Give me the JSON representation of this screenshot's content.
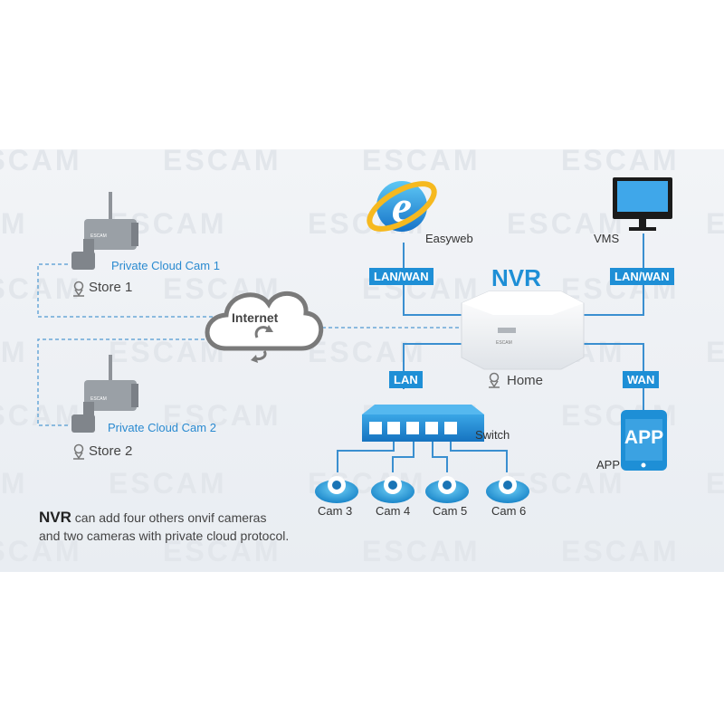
{
  "watermark": "ESCAM",
  "colors": {
    "accent": "#1e8fd6",
    "line": "#3a8fd0",
    "dashed": "#6aa8d8"
  },
  "nvr": {
    "title": "NVR",
    "location": "Home",
    "brand": "ESCAM"
  },
  "links": {
    "easyweb": "LAN/WAN",
    "vms": "LAN/WAN",
    "lan": "LAN",
    "wan": "WAN"
  },
  "devices": {
    "easyweb": {
      "label": "Easyweb",
      "icon": "ie-browser-icon"
    },
    "vms": {
      "label": "VMS",
      "icon": "monitor-icon"
    },
    "app": {
      "label": "APP",
      "badge": "APP",
      "icon": "tablet-icon"
    },
    "switch": {
      "label": "Switch",
      "icon": "network-switch-icon"
    }
  },
  "internet": {
    "label": "Internet",
    "icon": "cloud-icon"
  },
  "cloud_cams": [
    {
      "label": "Private Cloud Cam 1",
      "store": "Store 1",
      "brand": "ESCAM"
    },
    {
      "label": "Private Cloud Cam 2",
      "store": "Store 2",
      "brand": "ESCAM"
    }
  ],
  "dome_cams": [
    "Cam 3",
    "Cam 4",
    "Cam 5",
    "Cam 6"
  ],
  "note": {
    "bold": "NVR",
    "line1": " can add four others onvif cameras",
    "line2": "and two cameras with private cloud protocol."
  }
}
